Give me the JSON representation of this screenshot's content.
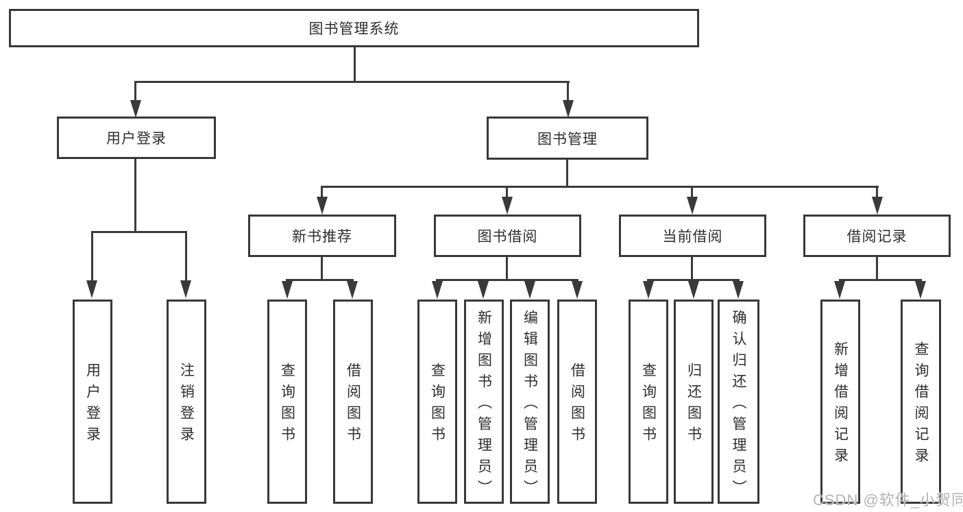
{
  "tree": {
    "root": "图书管理系统",
    "children": [
      {
        "label": "用户登录",
        "children": [
          "用户登录",
          "注销登录"
        ]
      },
      {
        "label": "图书管理",
        "children": [
          {
            "label": "新书推荐",
            "children": [
              "查询图书",
              "借阅图书"
            ]
          },
          {
            "label": "图书借阅",
            "children": [
              "查询图书",
              "新增图书（管理员）",
              "编辑图书（管理员）",
              "借阅图书"
            ]
          },
          {
            "label": "当前借阅",
            "children": [
              "查询图书",
              "归还图书",
              "确认归还（管理员）"
            ]
          },
          {
            "label": "借阅记录",
            "children": [
              "新增借阅记录",
              "查询借阅记录"
            ]
          }
        ]
      }
    ]
  },
  "watermark": "CSDN @软件_小贺同学",
  "colors": {
    "line": "#3a3a3a",
    "border": "#383838",
    "text": "#2e2e2e",
    "watermark_text": "#b3b3b3",
    "background": "#ffffff"
  }
}
